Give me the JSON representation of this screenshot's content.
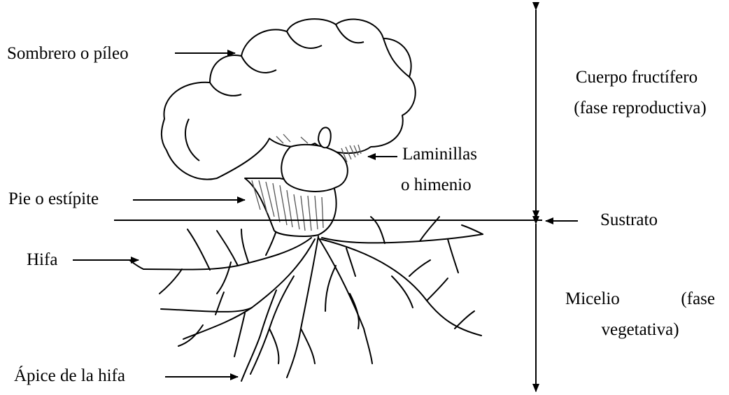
{
  "labels": {
    "sombrero": "Sombrero o píleo",
    "laminillas_1": "Laminillas",
    "laminillas_2": "o himenio",
    "pie": "Pie o estípite",
    "hifa": "Hifa",
    "apice": "Ápice de la hifa",
    "sustrato": "Sustrato",
    "cuerpo_1": "Cuerpo fructífero",
    "cuerpo_2": "(fase reproductiva)",
    "micelio_a": "Micelio",
    "micelio_b": "(fase",
    "micelio_2": "vegetativa)"
  },
  "colors": {
    "ink": "#000000",
    "paper": "#ffffff",
    "shade": "#555555"
  }
}
